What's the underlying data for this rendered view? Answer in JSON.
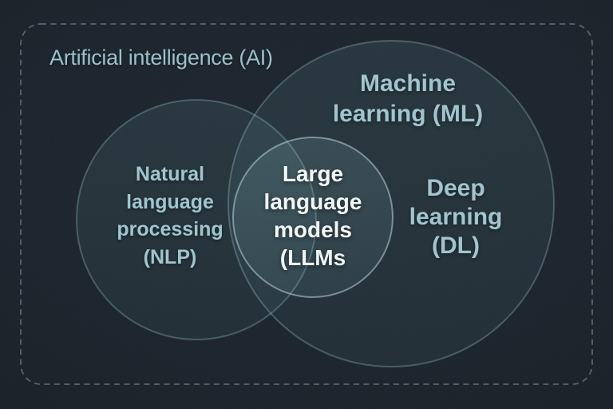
{
  "title": "Artificial intelligence (AI)",
  "venn": {
    "nlp": {
      "full_label": "Natural language processing (NLP)",
      "lines": [
        "Natural",
        "language",
        "processing",
        "(NLP)"
      ]
    },
    "ml": {
      "full_label": "Machine learning (ML)",
      "lines": [
        "Machine",
        "learning (ML)"
      ]
    },
    "dl": {
      "full_label": "Deep learning (DL)",
      "lines": [
        "Deep",
        "learning",
        "(DL)"
      ]
    },
    "llm": {
      "full_label": "Large language models (LLMs",
      "lines": [
        "Large",
        "language",
        "models",
        "(LLMs"
      ]
    }
  },
  "colors": {
    "background": "#1a232b",
    "label_text": "#a2c4ce",
    "llm_text": "#f2f7f8",
    "dashed_border": "#51636c",
    "circle_tint": "#78b9c5",
    "llm_circle_tint": "#96ced8"
  }
}
